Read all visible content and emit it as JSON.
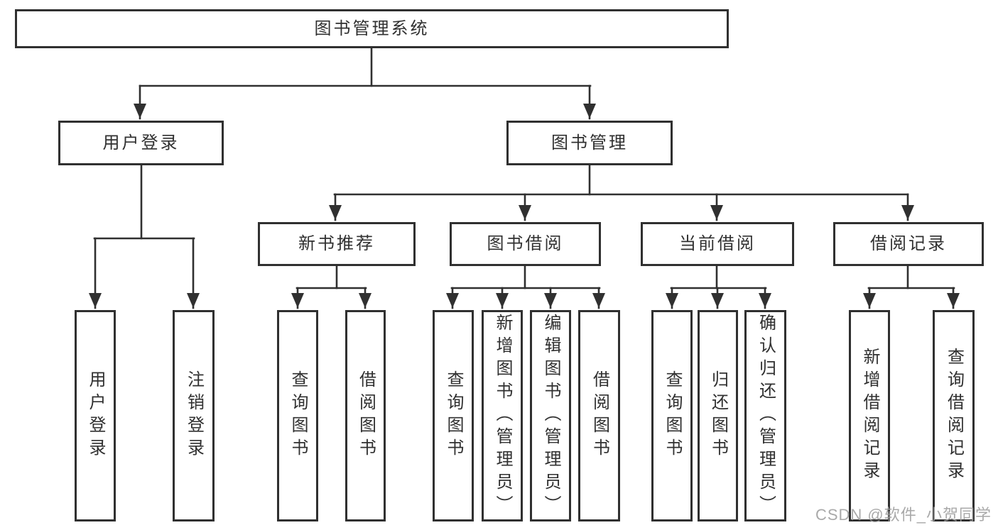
{
  "diagram_title": "图书管理系统",
  "tree": {
    "root": "图书管理系统",
    "branches": [
      {
        "label": "用户登录",
        "leaves": [
          "用户登录",
          "注销登录"
        ]
      },
      {
        "label": "图书管理",
        "groups": [
          {
            "label": "新书推荐",
            "leaves": [
              "查询图书",
              "借阅图书"
            ]
          },
          {
            "label": "图书借阅",
            "leaves": [
              "查询图书",
              "新增图书（管理员）",
              "编辑图书（管理员）",
              "借阅图书"
            ]
          },
          {
            "label": "当前借阅",
            "leaves": [
              "查询图书",
              "归还图书",
              "确认归还（管理员）"
            ]
          },
          {
            "label": "借阅记录",
            "leaves": [
              "新增借阅记录",
              "查询借阅记录"
            ]
          }
        ]
      }
    ]
  },
  "watermark": "CSDN @软件_小贺同学",
  "colors": {
    "line": "#303030",
    "text": "#303030",
    "background": "#ffffff",
    "watermark": "#9e9e9e"
  }
}
